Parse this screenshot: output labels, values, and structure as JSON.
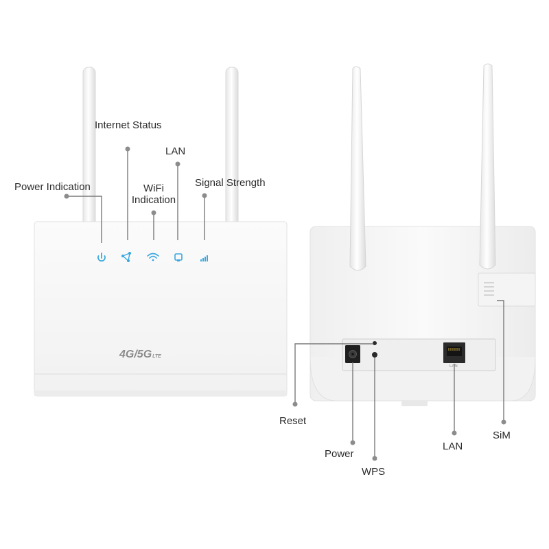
{
  "front_labels": {
    "internet_status": "Internet Status",
    "lan": "LAN",
    "power_indication": "Power Indication",
    "wifi_line1": "WiFi",
    "wifi_line2": "Indication",
    "signal_strength": "Signal Strength"
  },
  "front_branding": {
    "model_text": "4G/5G",
    "suffix": "LTE"
  },
  "back_labels": {
    "reset": "Reset",
    "power": "Power",
    "wps": "WPS",
    "lan": "LAN",
    "sim": "SiM"
  },
  "back_port_caption": "LAN",
  "colors": {
    "led_blue": "#3aa8df",
    "callout_gray": "#7a7a7a",
    "callout_dot": "#8c8c8c",
    "body_white": "#f7f7f7",
    "label_text": "#2b2b2b"
  },
  "icons": [
    "power-icon",
    "internet-status-icon",
    "wifi-icon",
    "lan-icon",
    "signal-strength-icon"
  ]
}
